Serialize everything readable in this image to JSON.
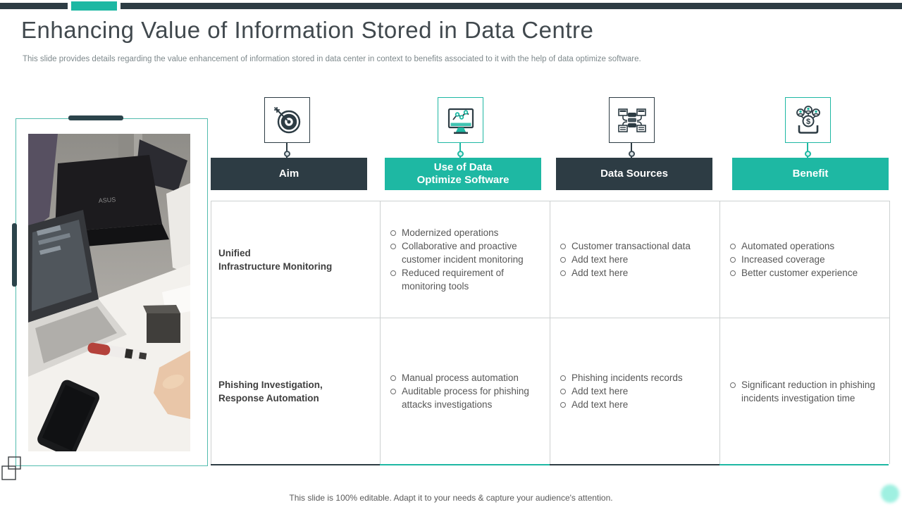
{
  "slide": {
    "title": "Enhancing Value of Information Stored in Data Centre",
    "subtitle": "This slide provides details regarding the value enhancement of information stored in data center in context to benefits associated to it with the help of data optimize software.",
    "footer": "This slide is 100% editable. Adapt it to your needs & capture your audience's attention."
  },
  "colors": {
    "dark": "#2d3c44",
    "teal": "#1eb8a3",
    "frame_teal": "#52bcae",
    "table_border": "#cdd1d1",
    "body_text": "#575757"
  },
  "columns": [
    {
      "label_line1": "Aim",
      "label_line2": "",
      "theme": "dark",
      "icon": "target-dart-icon"
    },
    {
      "label_line1": "Use of Data",
      "label_line2": "Optimize Software",
      "theme": "teal",
      "icon": "monitor-chart-icon"
    },
    {
      "label_line1": "Data Sources",
      "label_line2": "",
      "theme": "dark",
      "icon": "data-network-icon"
    },
    {
      "label_line1": "Benefit",
      "label_line2": "",
      "theme": "teal",
      "icon": "money-users-icon"
    }
  ],
  "table": {
    "rows": [
      {
        "aim_line1": "Unified",
        "aim_line2": "Infrastructure Monitoring",
        "software": [
          "Modernized operations",
          "Collaborative and proactive customer incident monitoring",
          "Reduced requirement of monitoring tools"
        ],
        "sources": [
          "Customer transactional data",
          "Add text here",
          "Add text here"
        ],
        "benefits": [
          "Automated operations",
          "Increased coverage",
          "Better customer experience"
        ]
      },
      {
        "aim_line1": "Phishing Investigation,",
        "aim_line2": "Response Automation",
        "software": [
          "Manual process automation",
          "Auditable process for phishing attacks investigations"
        ],
        "sources": [
          "Phishing incidents records",
          "Add text here",
          "Add text here"
        ],
        "benefits": [
          "Significant reduction in phishing incidents investigation time"
        ]
      }
    ]
  }
}
